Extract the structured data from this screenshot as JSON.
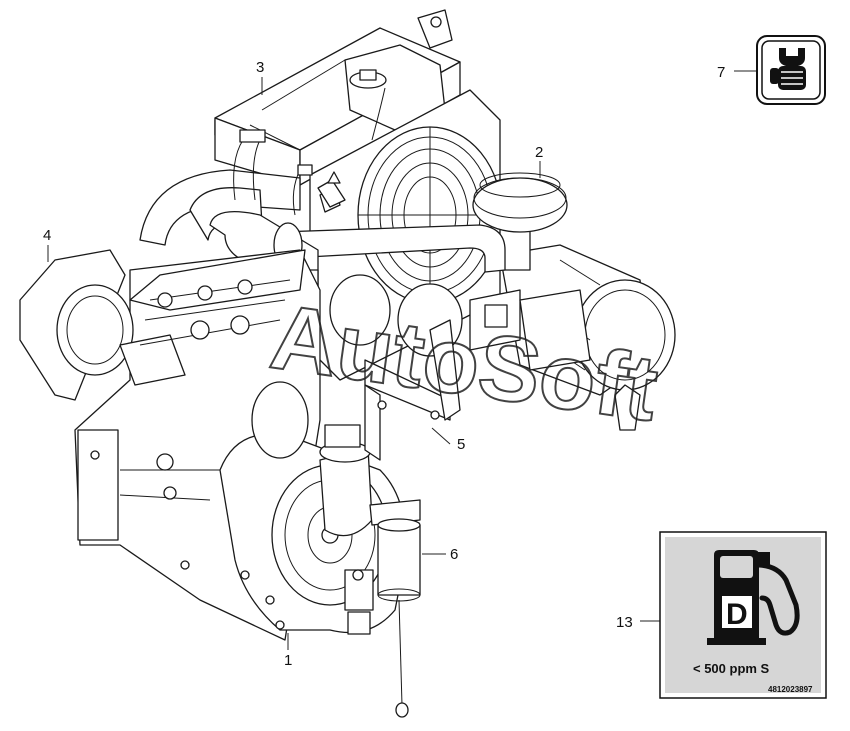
{
  "callouts": [
    {
      "id": "1",
      "label": "1"
    },
    {
      "id": "2",
      "label": "2"
    },
    {
      "id": "3",
      "label": "3"
    },
    {
      "id": "4",
      "label": "4"
    },
    {
      "id": "5",
      "label": "5"
    },
    {
      "id": "6",
      "label": "6"
    },
    {
      "id": "7",
      "label": "7"
    },
    {
      "id": "13",
      "label": "13"
    }
  ],
  "watermark": "AutoSoft",
  "fuel_decal": {
    "icon": "fuel-pump-icon",
    "letter": "D",
    "text": "< 500 ppm S",
    "code": "4812023897"
  },
  "service_decal": {
    "icon": "wrench-hand-icon"
  },
  "colors": {
    "line": "#1a1a1a",
    "decal_background": "#d6d6d6",
    "paper": "#ffffff"
  }
}
